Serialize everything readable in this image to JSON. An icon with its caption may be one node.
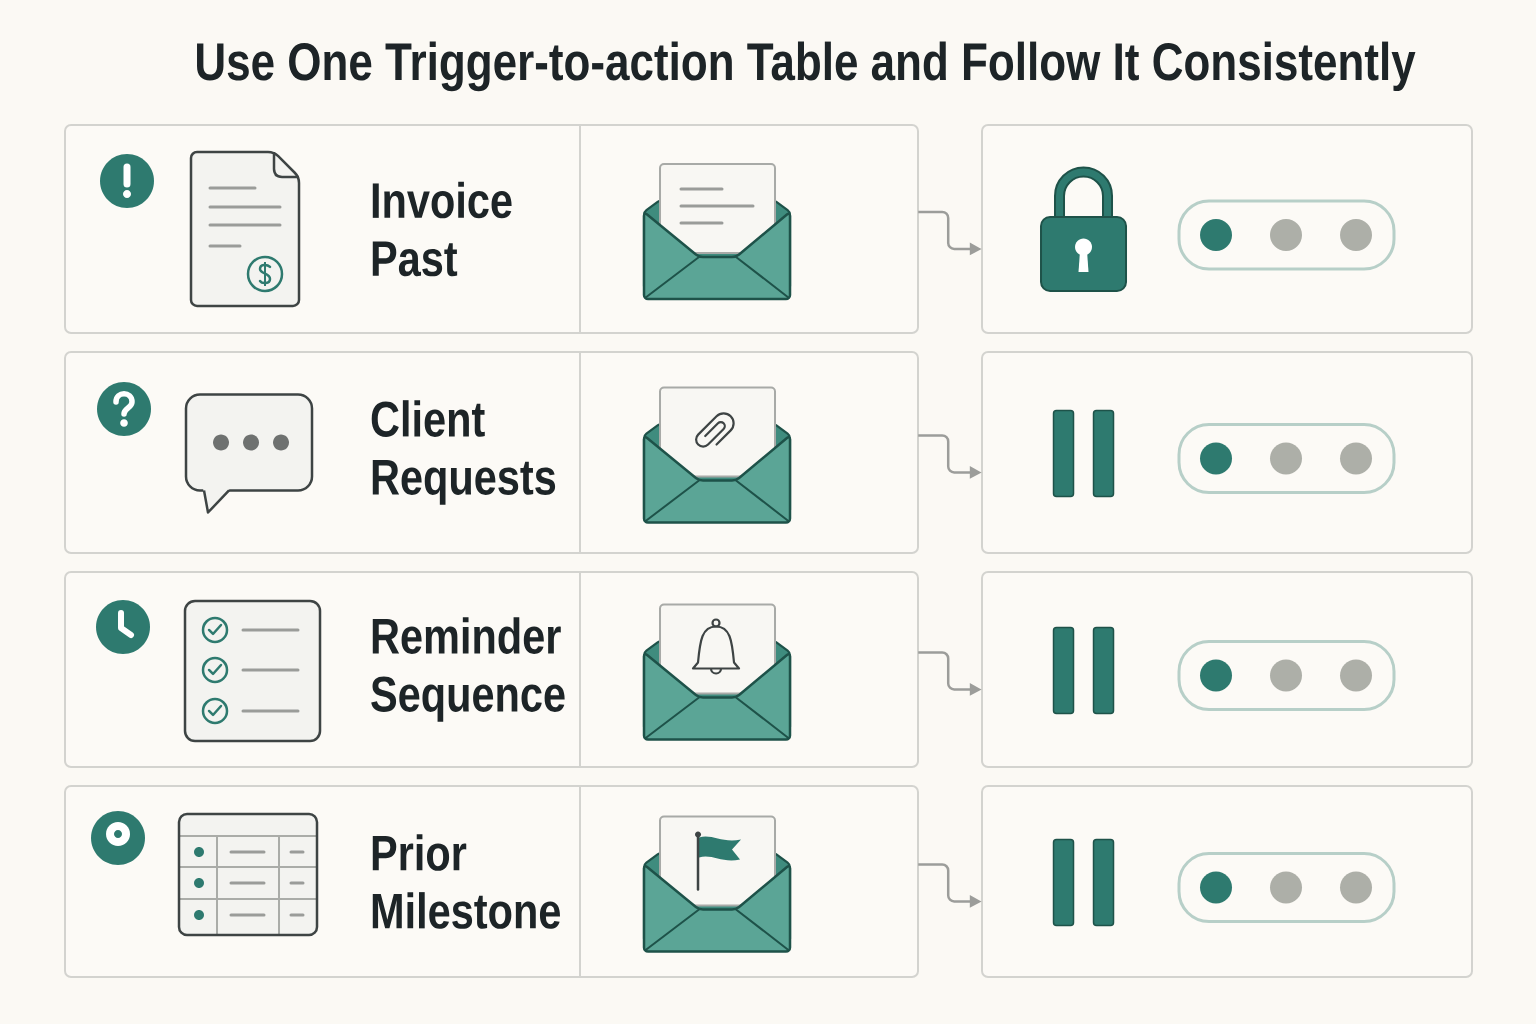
{
  "diagram": {
    "title": "Use One Trigger-to-action Table and Follow It Consistently",
    "nodes": [
      {
        "text": [
          "Invoice Past"
        ]
      },
      {
        "text": [],
        "shape": "box"
      },
      {
        "text": [],
        "shape": "box"
      },
      {
        "text": [
          "Client Requests"
        ]
      },
      {
        "text": [],
        "shape": "box"
      },
      {
        "text": [],
        "shape": "box"
      },
      {
        "text": [
          "Reminder Sequence"
        ]
      },
      {
        "text": [],
        "shape": "box"
      },
      {
        "text": [],
        "shape": "box"
      },
      {
        "text": [
          "Prior Milestone"
        ]
      },
      {
        "text": [],
        "shape": "box"
      },
      {
        "text": [],
        "shape": "box"
      }
    ],
    "edges": [
      {
        "from": 1,
        "to": 2,
        "arrow": "to"
      },
      {
        "from": 4,
        "to": 5,
        "arrow": "to"
      },
      {
        "from": 7,
        "to": 8,
        "arrow": "to"
      },
      {
        "from": 10,
        "to": 11,
        "arrow": "to"
      }
    ]
  }
}
